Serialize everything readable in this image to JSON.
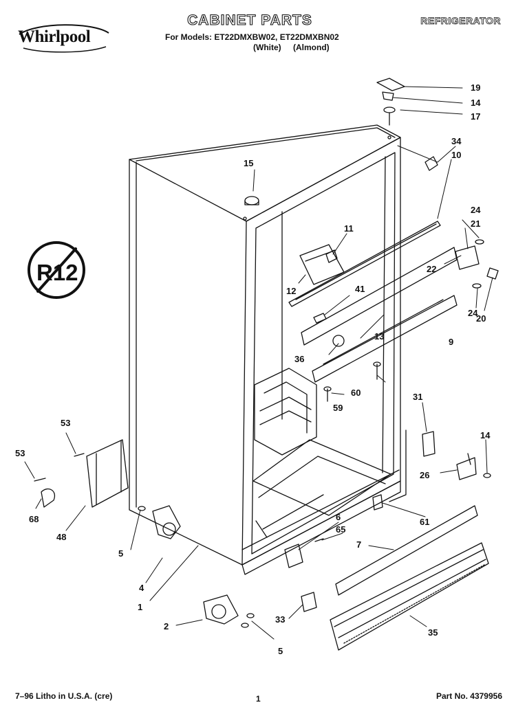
{
  "header": {
    "brand": "Whirlpool",
    "title": "CABINET PARTS",
    "models_line": "For Models: ET22DMXBW02, ET22DMXBN02",
    "colors": [
      "(White)",
      "(Almond)"
    ],
    "category": "REFRIGERATOR"
  },
  "badge": {
    "text": "R12"
  },
  "callouts": {
    "c1": "1",
    "c2": "2",
    "c4": "4",
    "c5a": "5",
    "c5b": "5",
    "c6": "6",
    "c7": "7",
    "c9": "9",
    "c10": "10",
    "c11": "11",
    "c12": "12",
    "c13": "13",
    "c14a": "14",
    "c14b": "14",
    "c15": "15",
    "c17": "17",
    "c19": "19",
    "c20": "20",
    "c21": "21",
    "c22": "22",
    "c24a": "24",
    "c24b": "24",
    "c26": "26",
    "c31": "31",
    "c33": "33",
    "c34": "34",
    "c35": "35",
    "c36": "36",
    "c41": "41",
    "c48": "48",
    "c53a": "53",
    "c53b": "53",
    "c59": "59",
    "c60": "60",
    "c61": "61",
    "c65": "65",
    "c68": "68"
  },
  "footer": {
    "litho": "7–96 Litho in U.S.A. (cre)",
    "page": "1",
    "part_no": "Part No. 4379956"
  }
}
